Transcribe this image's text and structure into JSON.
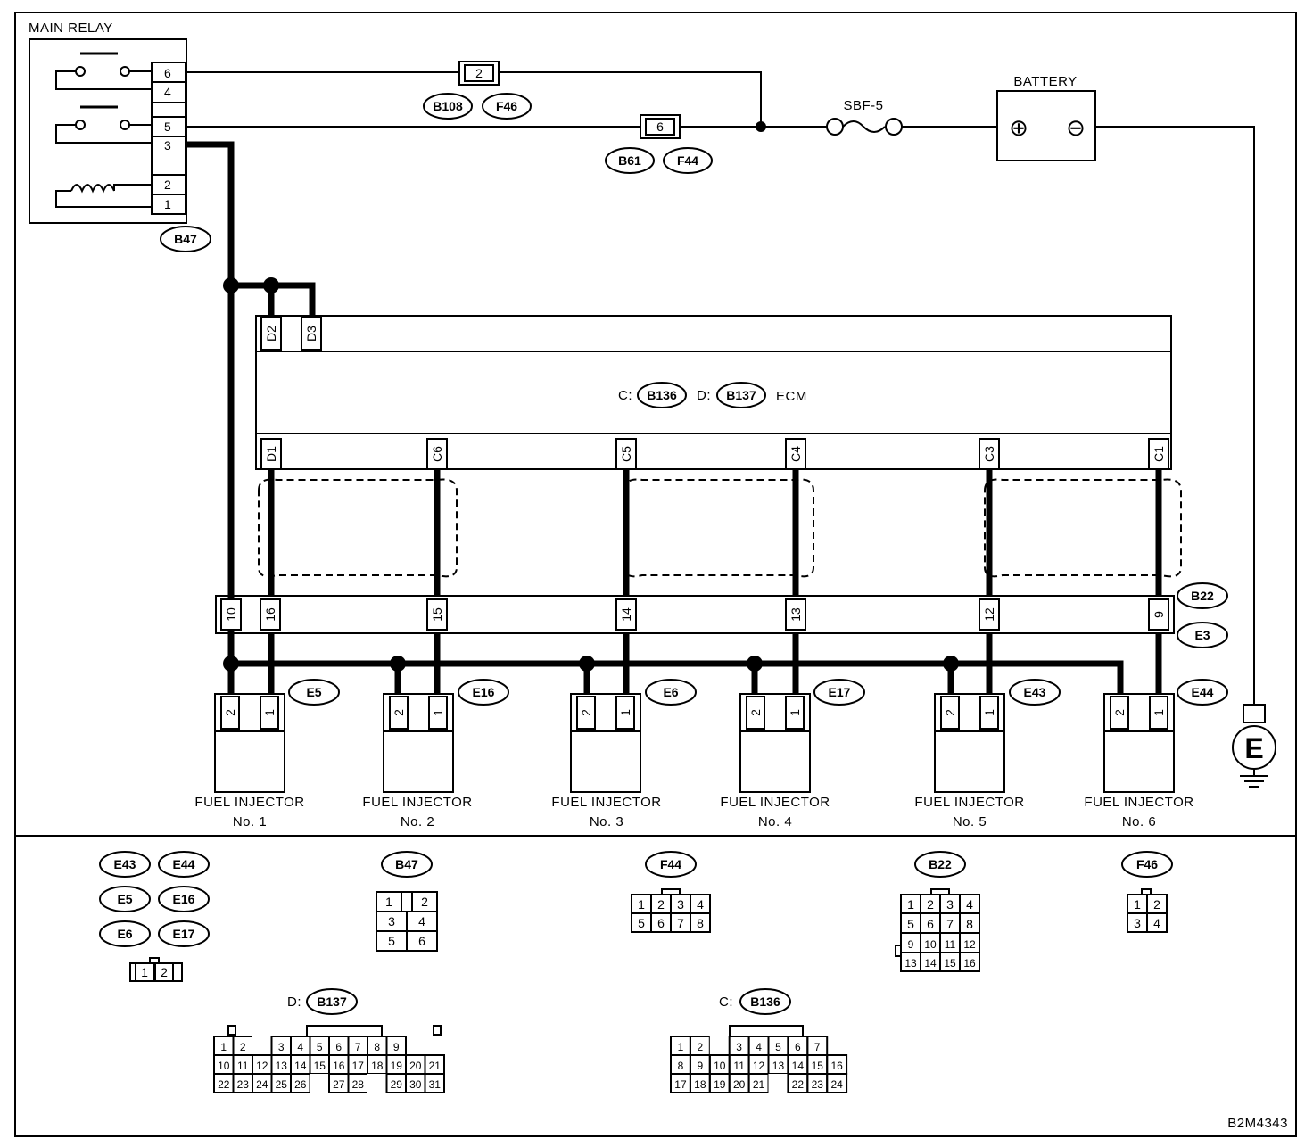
{
  "diagram": {
    "main_relay": {
      "title": "MAIN RELAY",
      "pins": [
        "6",
        "4",
        "5",
        "3",
        "2",
        "1"
      ],
      "connector": "B47"
    },
    "fuse_2": {
      "label": "2",
      "connectors": [
        "B108",
        "F46"
      ]
    },
    "fuse_6": {
      "label": "6",
      "connectors": [
        "B61",
        "F44"
      ]
    },
    "sbf": {
      "label": "SBF-5"
    },
    "battery": {
      "label": "BATTERY",
      "plus": "⊕",
      "minus": "⊖"
    },
    "ground": {
      "label": "E"
    },
    "ecm": {
      "label": "ECM",
      "c_prefix": "C:",
      "c_conn": "B136",
      "d_prefix": "D:",
      "d_conn": "B137",
      "top_pins": [
        "D2",
        "D3"
      ],
      "bottom_pins": [
        "D1",
        "C6",
        "C5",
        "C4",
        "C3",
        "C1"
      ]
    },
    "joint": {
      "pins": [
        "10",
        "16",
        "15",
        "14",
        "13",
        "12",
        "9"
      ],
      "connectors": [
        "B22",
        "E3"
      ]
    },
    "injectors": [
      {
        "conn": "E5",
        "name": "FUEL INJECTOR",
        "num": "No. 1",
        "pin_a": "2",
        "pin_b": "1"
      },
      {
        "conn": "E16",
        "name": "FUEL INJECTOR",
        "num": "No. 2",
        "pin_a": "2",
        "pin_b": "1"
      },
      {
        "conn": "E6",
        "name": "FUEL INJECTOR",
        "num": "No. 3",
        "pin_a": "2",
        "pin_b": "1"
      },
      {
        "conn": "E17",
        "name": "FUEL INJECTOR",
        "num": "No. 4",
        "pin_a": "2",
        "pin_b": "1"
      },
      {
        "conn": "E43",
        "name": "FUEL INJECTOR",
        "num": "No. 5",
        "pin_a": "2",
        "pin_b": "1"
      },
      {
        "conn": "E44",
        "name": "FUEL INJECTOR",
        "num": "No. 6",
        "pin_a": "2",
        "pin_b": "1"
      }
    ],
    "figure_id": "B2M4343"
  },
  "legend": {
    "injector_group": {
      "connectors": [
        "E43",
        "E44",
        "E5",
        "E16",
        "E6",
        "E17"
      ],
      "pins": [
        "1",
        "2"
      ]
    },
    "b47": {
      "conn": "B47",
      "rows": [
        [
          "1",
          "",
          "2"
        ],
        [
          "3",
          "4"
        ],
        [
          "5",
          "6"
        ]
      ]
    },
    "f44": {
      "conn": "F44",
      "rows": [
        [
          "1",
          "2",
          "3",
          "4"
        ],
        [
          "5",
          "6",
          "7",
          "8"
        ]
      ]
    },
    "b22": {
      "conn": "B22",
      "rows": [
        [
          "1",
          "2",
          "3",
          "4"
        ],
        [
          "5",
          "6",
          "7",
          "8"
        ],
        [
          "9",
          "10",
          "11",
          "12"
        ],
        [
          "13",
          "14",
          "15",
          "16"
        ]
      ]
    },
    "f46": {
      "conn": "F46",
      "rows": [
        [
          "1",
          "2"
        ],
        [
          "3",
          "4"
        ]
      ]
    },
    "b137": {
      "prefix": "D:",
      "conn": "B137",
      "rows": [
        [
          "1",
          "2",
          "",
          "3",
          "4",
          "5",
          "6",
          "7",
          "8",
          "9"
        ],
        [
          "10",
          "11",
          "12",
          "13",
          "14",
          "15",
          "16",
          "17",
          "18",
          "19",
          "20",
          "21"
        ],
        [
          "22",
          "23",
          "24",
          "25",
          "26",
          "",
          "27",
          "28",
          "",
          "29",
          "30",
          "31"
        ]
      ]
    },
    "b136": {
      "prefix": "C:",
      "conn": "B136",
      "rows": [
        [
          "1",
          "2",
          "",
          "3",
          "4",
          "5",
          "6",
          "7"
        ],
        [
          "8",
          "9",
          "10",
          "11",
          "12",
          "13",
          "14",
          "15",
          "16"
        ],
        [
          "17",
          "18",
          "19",
          "20",
          "21",
          "",
          "22",
          "23",
          "24"
        ]
      ]
    }
  }
}
